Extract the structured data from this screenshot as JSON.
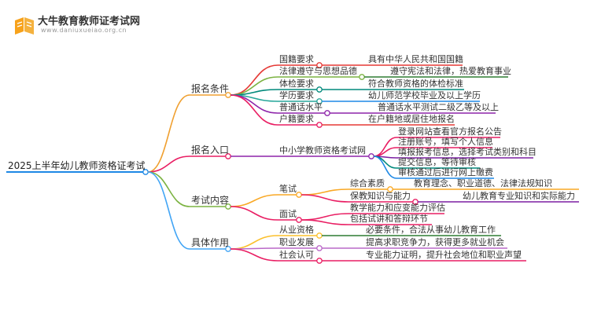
{
  "header": {
    "site_name": "大牛教育教师证考试网",
    "site_url": "www.daniuxueiao.org.cn"
  },
  "mindmap": {
    "root": "2025上半年幼儿教师资格证考试",
    "branches": [
      {
        "label": "报名条件",
        "color": "#f0a030",
        "children": [
          {
            "label": "国籍要求",
            "color": "#e53935",
            "children": [
              {
                "label": "具有中华人民共和国国籍",
                "color": "#e53935"
              }
            ]
          },
          {
            "label": "法律遵守与思想品德",
            "color": "#7cb342",
            "children": [
              {
                "label": "遵守宪法和法律，热爱教育事业",
                "color": "#2e7d32"
              }
            ]
          },
          {
            "label": "体检要求",
            "color": "#00897b",
            "children": [
              {
                "label": "符合教师资格的体检标准",
                "color": "#00897b"
              }
            ]
          },
          {
            "label": "学历要求",
            "color": "#26a69a",
            "children": [
              {
                "label": "幼儿师范学校毕业及以上学历",
                "color": "#1e88e5"
              }
            ]
          },
          {
            "label": "普通话水平",
            "color": "#8e24aa",
            "children": [
              {
                "label": "普通话水平测试二级乙等及以上",
                "color": "#8e24aa"
              }
            ]
          },
          {
            "label": "户籍要求",
            "color": "#e91e63",
            "children": [
              {
                "label": "在户籍地或居住地报名",
                "color": "#e53935"
              }
            ]
          }
        ]
      },
      {
        "label": "报名入口",
        "color": "#e91e63",
        "children": [
          {
            "label": "中小学教师资格考试网",
            "color": "#8e24aa",
            "children": [
              {
                "label": "登录网站查看官方报名公告",
                "color": "#e91e63"
              },
              {
                "label": "注册账号，填写个人信息",
                "color": "#e91e63"
              },
              {
                "label": "填报报考信息，选择考试类别和科目",
                "color": "#7b1fa2"
              },
              {
                "label": "提交信息，等待审核",
                "color": "#00897b"
              },
              {
                "label": "审核通过后进行网上缴费",
                "color": "#1e88e5"
              }
            ]
          }
        ]
      },
      {
        "label": "考试内容",
        "color": "#7cb342",
        "children": [
          {
            "label": "笔试",
            "color": "#f9a825",
            "children": [
              {
                "label": "综合素质",
                "color": "#f9a825",
                "children": [
                  {
                    "label": "教育理念、职业道德、法律法规知识",
                    "color": "#f9a825"
                  }
                ]
              },
              {
                "label": "保教知识与能力",
                "color": "#e91e63",
                "children": [
                  {
                    "label": "幼儿教育专业知识和实际能力",
                    "color": "#7b1fa2"
                  }
                ]
              }
            ]
          },
          {
            "label": "面试",
            "color": "#e91e63",
            "children": [
              {
                "label": "教学能力和应变能力评估",
                "color": "#e91e63"
              },
              {
                "label": "包括试讲和答辩环节",
                "color": "#e91e63"
              }
            ]
          }
        ]
      },
      {
        "label": "具体作用",
        "color": "#42a5f5",
        "children": [
          {
            "label": "从业资格",
            "color": "#fbc02d",
            "children": [
              {
                "label": "必要条件，合法从事幼儿教育工作",
                "color": "#2e7d32"
              }
            ]
          },
          {
            "label": "职业发展",
            "color": "#ba68c8",
            "children": [
              {
                "label": "提高求职竞争力，获得更多就业机会",
                "color": "#ba68c8"
              }
            ]
          },
          {
            "label": "社会认可",
            "color": "#e91e63",
            "children": [
              {
                "label": "专业能力证明，提升社会地位和职业声望",
                "color": "#e91e63"
              }
            ]
          }
        ]
      }
    ]
  }
}
